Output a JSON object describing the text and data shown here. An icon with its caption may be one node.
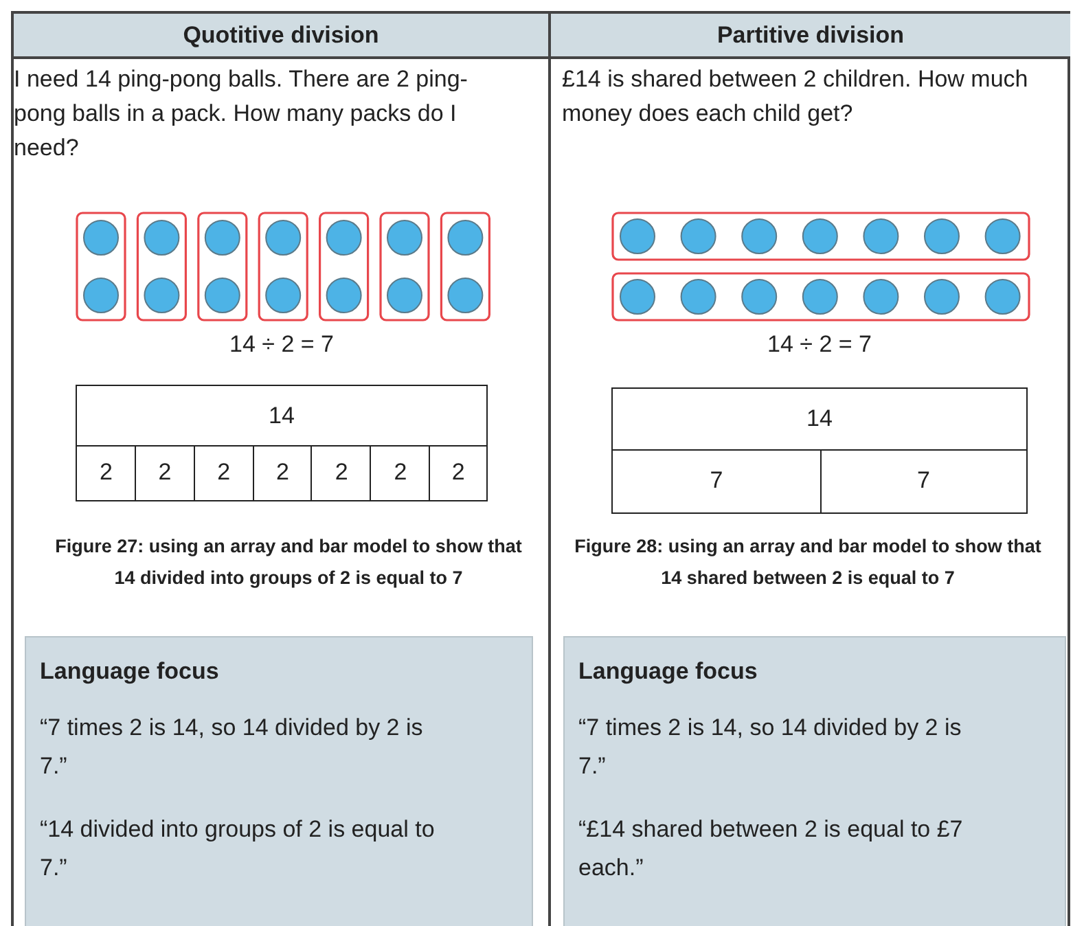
{
  "diagram": {
    "nodes": [
      {
        "text": [
          "14"
        ]
      },
      {
        "text": [
          "2"
        ]
      },
      {
        "text": [
          "2"
        ]
      },
      {
        "text": [
          "2"
        ]
      },
      {
        "text": [
          "2"
        ]
      },
      {
        "text": [
          "2"
        ]
      },
      {
        "text": [
          "2"
        ]
      },
      {
        "text": [
          "2"
        ]
      },
      {
        "text": [
          "Language focus",
          "“7 times 2 is 14, so 14 divided by 2 is 7.”",
          "“14 divided into groups of 2 is equal to 7.”"
        ]
      },
      {
        "text": [
          "14"
        ]
      },
      {
        "text": [
          "7"
        ]
      },
      {
        "text": [
          "7"
        ]
      },
      {
        "text": [
          "Language focus",
          "“7 times 2 is 14, so 14 divided by 2 is 7.”",
          "“£14 shared between 2 is equal to £7 each.”"
        ]
      }
    ],
    "labels": [
      "Quotitive division",
      "Partitive division",
      "I need 14 ping-pong balls. There are 2 ping-pong balls in a pack. How many packs do I need?",
      "£14 is shared between 2 children. How much money does each child get?",
      "14 ÷ 2 = 7",
      "14 ÷ 2 = 7",
      "Figure 27: using an array and bar model to show that 14 divided into groups of 2 is equal to 7",
      "Figure 28: using an array and bar model to show that 14 shared between 2 is equal to 7"
    ]
  }
}
